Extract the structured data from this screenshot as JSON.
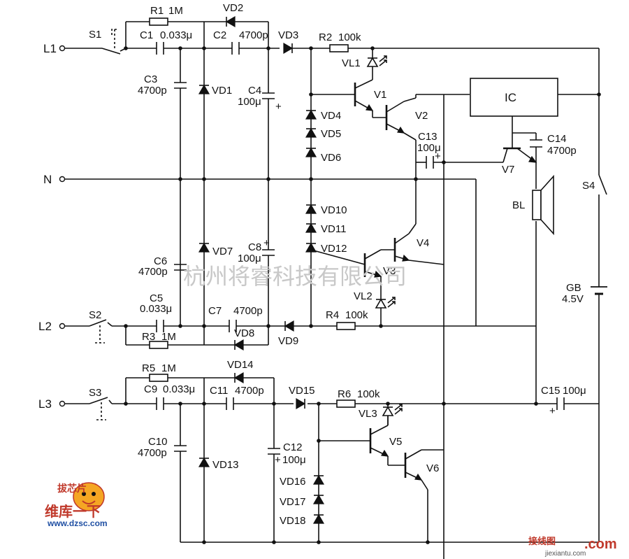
{
  "terminals": {
    "l1": "L1",
    "l2": "L2",
    "l3": "L3",
    "n": "N"
  },
  "switches": {
    "s1": "S1",
    "s2": "S2",
    "s3": "S3",
    "s4": "S4"
  },
  "resistors": {
    "r1": {
      "name": "R1",
      "value": "1M"
    },
    "r2": {
      "name": "R2",
      "value": "100k"
    },
    "r3": {
      "name": "R3",
      "value": "1M"
    },
    "r4": {
      "name": "R4",
      "value": "100k"
    },
    "r5": {
      "name": "R5",
      "value": "1M"
    },
    "r6": {
      "name": "R6",
      "value": "100k"
    }
  },
  "capacitors": {
    "c1": {
      "name": "C1",
      "value": "0.033μ"
    },
    "c2": {
      "name": "C2",
      "value": "4700p"
    },
    "c3": {
      "name": "C3",
      "value": "4700p"
    },
    "c4": {
      "name": "C4",
      "value": "100μ"
    },
    "c5": {
      "name": "C5",
      "value": "0.033μ"
    },
    "c6": {
      "name": "C6",
      "value": "4700p"
    },
    "c7": {
      "name": "C7",
      "value": "4700p"
    },
    "c8": {
      "name": "C8",
      "value": "100μ"
    },
    "c9": {
      "name": "C9",
      "value": "0.033μ"
    },
    "c10": {
      "name": "C10",
      "value": "4700p"
    },
    "c11": {
      "name": "C11",
      "value": "4700p"
    },
    "c12": {
      "name": "C12",
      "value": "100μ"
    },
    "c13": {
      "name": "C13",
      "value": "100μ"
    },
    "c14": {
      "name": "C14",
      "value": "4700p"
    },
    "c15": {
      "name": "C15",
      "value": "100μ"
    }
  },
  "diodes": {
    "vd1": "VD1",
    "vd2": "VD2",
    "vd3": "VD3",
    "vd4": "VD4",
    "vd5": "VD5",
    "vd6": "VD6",
    "vd7": "VD7",
    "vd8": "VD8",
    "vd9": "VD9",
    "vd10": "VD10",
    "vd11": "VD11",
    "vd12": "VD12",
    "vd13": "VD13",
    "vd14": "VD14",
    "vd15": "VD15",
    "vd16": "VD16",
    "vd17": "VD17",
    "vd18": "VD18"
  },
  "leds": {
    "vl1": "VL1",
    "vl2": "VL2",
    "vl3": "VL3"
  },
  "transistors": {
    "v1": "V1",
    "v2": "V2",
    "v3": "V3",
    "v4": "V4",
    "v5": "V5",
    "v6": "V6",
    "v7": "V7"
  },
  "ic": "IC",
  "speaker": "BL",
  "battery": {
    "name": "GB",
    "value": "4.5V"
  },
  "polarity": "+",
  "watermark": "杭州将睿科技有限公司",
  "logo": {
    "site": "www.dzsc.com",
    "title": "维库一下",
    "stamp": "拔芯片"
  },
  "footer": {
    "site_cn": "接线图",
    "com": ".com",
    "url": "jiexiantu.com"
  }
}
